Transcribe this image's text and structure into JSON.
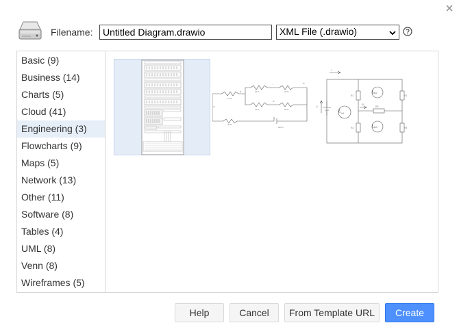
{
  "dialog": {
    "filename_label": "Filename:",
    "filename_value": "Untitled Diagram.drawio",
    "format_selected": "XML File (.drawio)"
  },
  "categories": [
    {
      "label": "Basic (9)",
      "selected": false
    },
    {
      "label": "Business (14)",
      "selected": false
    },
    {
      "label": "Charts (5)",
      "selected": false
    },
    {
      "label": "Cloud (41)",
      "selected": false
    },
    {
      "label": "Engineering (3)",
      "selected": true
    },
    {
      "label": "Flowcharts (9)",
      "selected": false
    },
    {
      "label": "Maps (5)",
      "selected": false
    },
    {
      "label": "Network (13)",
      "selected": false
    },
    {
      "label": "Other (11)",
      "selected": false
    },
    {
      "label": "Software (8)",
      "selected": false
    },
    {
      "label": "Tables (4)",
      "selected": false
    },
    {
      "label": "UML (8)",
      "selected": false
    },
    {
      "label": "Venn (8)",
      "selected": false
    },
    {
      "label": "Wireframes (5)",
      "selected": false
    }
  ],
  "templates": [
    {
      "name": "cabinet",
      "selected": true
    },
    {
      "name": "circuit",
      "selected": false
    },
    {
      "name": "loop-circuit",
      "selected": false
    }
  ],
  "buttons": {
    "help": "Help",
    "cancel": "Cancel",
    "template_url": "From Template URL",
    "create": "Create"
  },
  "colors": {
    "accent": "#4d90fe",
    "selection": "#e6eef8"
  },
  "icons": {
    "close": "close-icon",
    "file": "hard-drive-icon",
    "help": "question-mark-icon",
    "dropdown": "chevron-down-icon"
  }
}
